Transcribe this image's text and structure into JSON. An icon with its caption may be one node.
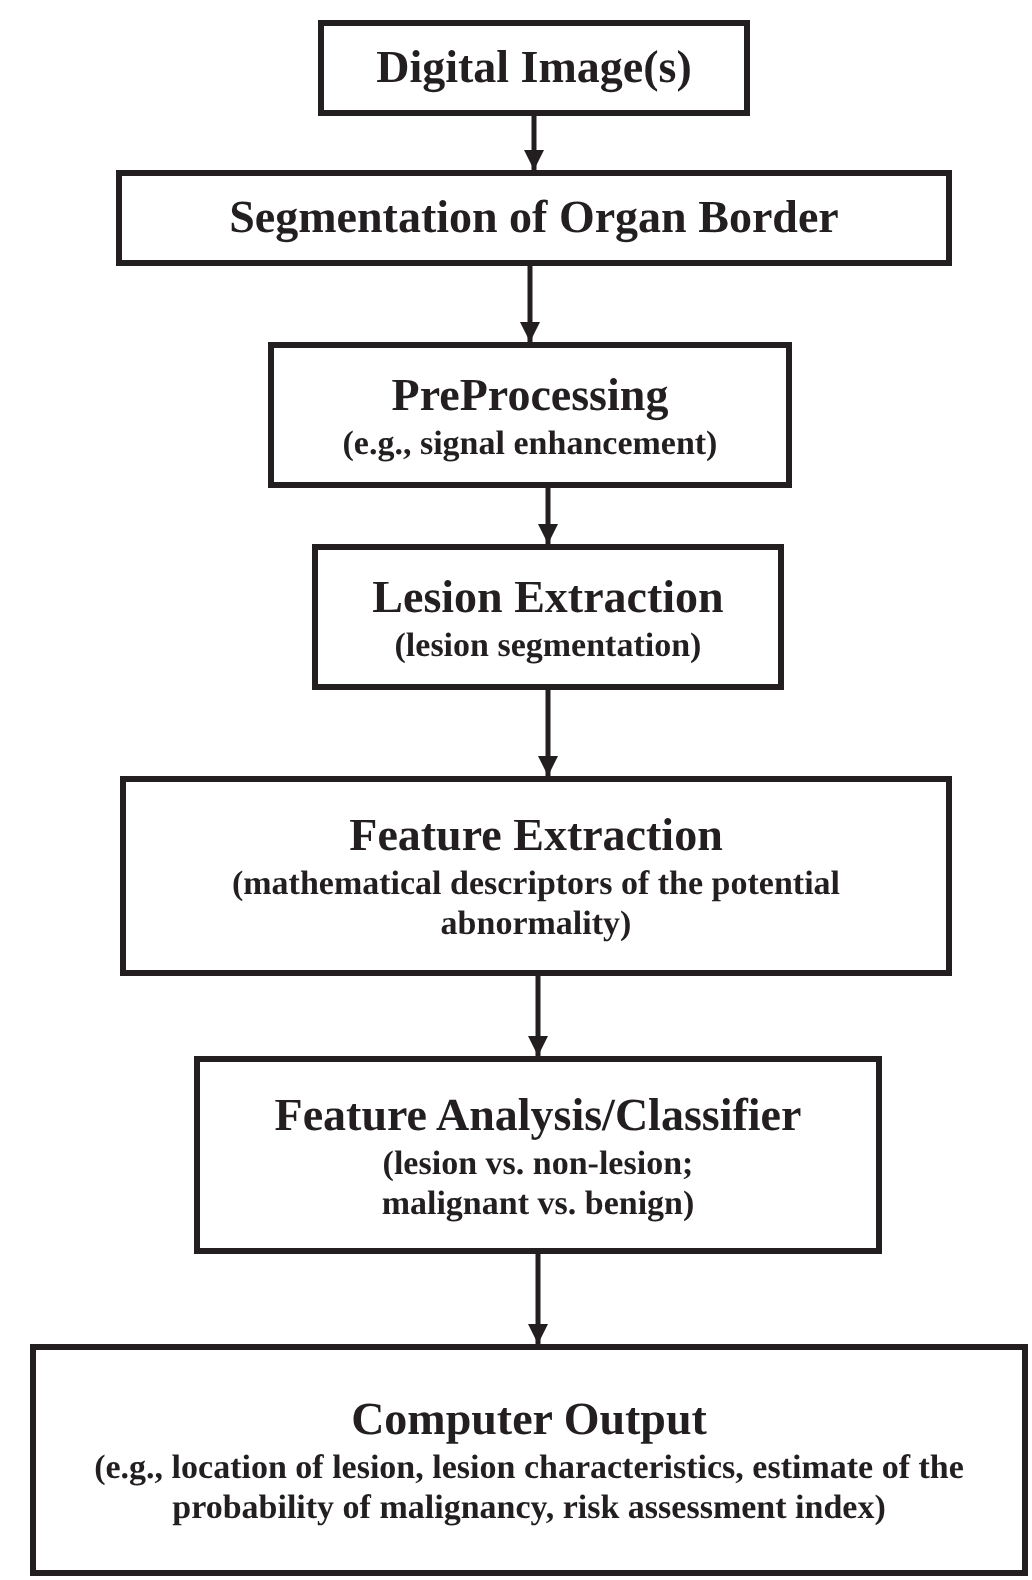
{
  "diagram": {
    "nodes": [
      {
        "text": [
          "Digital Image(s)"
        ]
      },
      {
        "text": [
          "Segmentation of Organ Border"
        ]
      },
      {
        "text": [
          "PreProcessing",
          "(e.g., signal enhancement)"
        ]
      },
      {
        "text": [
          "Lesion Extraction",
          "(lesion segmentation)"
        ]
      },
      {
        "text": [
          "Feature Extraction",
          "(mathematical descriptors of the potential abnormality)"
        ]
      },
      {
        "text": [
          "Feature Analysis/Classifier",
          "(lesion vs. non-lesion; malignant vs. benign)"
        ]
      },
      {
        "text": [
          "Computer Output",
          "(e.g., location of lesion, lesion characteristics, estimate of the probability of malignancy, risk assessment index)"
        ]
      }
    ],
    "edges": [
      {
        "from": 0,
        "to": 1,
        "arrow": "to"
      },
      {
        "from": 1,
        "to": 2,
        "arrow": "to"
      },
      {
        "from": 2,
        "to": 3,
        "arrow": "to"
      },
      {
        "from": 3,
        "to": 4,
        "arrow": "to"
      },
      {
        "from": 4,
        "to": 5,
        "arrow": "to"
      },
      {
        "from": 5,
        "to": 6,
        "arrow": "to"
      }
    ]
  }
}
